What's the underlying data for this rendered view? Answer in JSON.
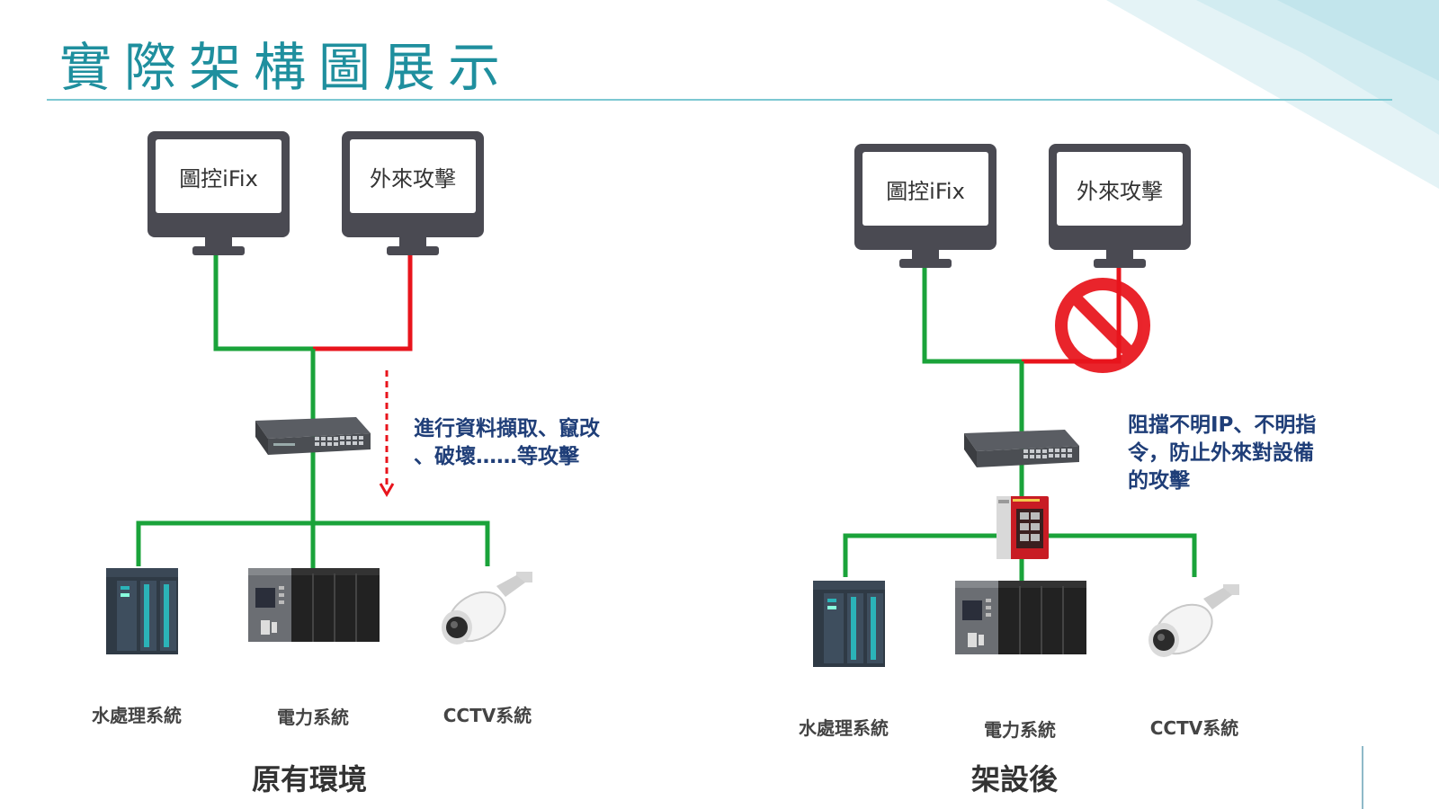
{
  "title": "實際架構圖展示",
  "left_panel": {
    "monitors": [
      {
        "label": "圖控iFix"
      },
      {
        "label": "外來攻擊"
      }
    ],
    "note_lines": [
      "進行資料擷取、竄改",
      "、破壞……等攻擊"
    ],
    "devices": [
      {
        "label": "水處理系統"
      },
      {
        "label": "電力系統"
      },
      {
        "label": "CCTV系統"
      }
    ],
    "caption": "原有環境"
  },
  "right_panel": {
    "monitors": [
      {
        "label": "圖控iFix"
      },
      {
        "label": "外來攻擊"
      }
    ],
    "note_lines": [
      "阻擋不明IP、不明指",
      "令，防止外來對設備",
      "的攻擊"
    ],
    "devices": [
      {
        "label": "水處理系統"
      },
      {
        "label": "電力系統"
      },
      {
        "label": "CCTV系統"
      }
    ],
    "caption": "架設後"
  },
  "colors": {
    "title": "#1f8f9e",
    "normal_link": "#1aa33a",
    "attack_link": "#e8141c",
    "note_text": "#1f3e78",
    "blocked_sign": "#e8141c"
  },
  "icons": [
    "monitor-icon",
    "network-switch-icon",
    "plc-icon",
    "power-system-icon",
    "cctv-camera-icon",
    "firewall-icon",
    "no-entry-icon"
  ]
}
